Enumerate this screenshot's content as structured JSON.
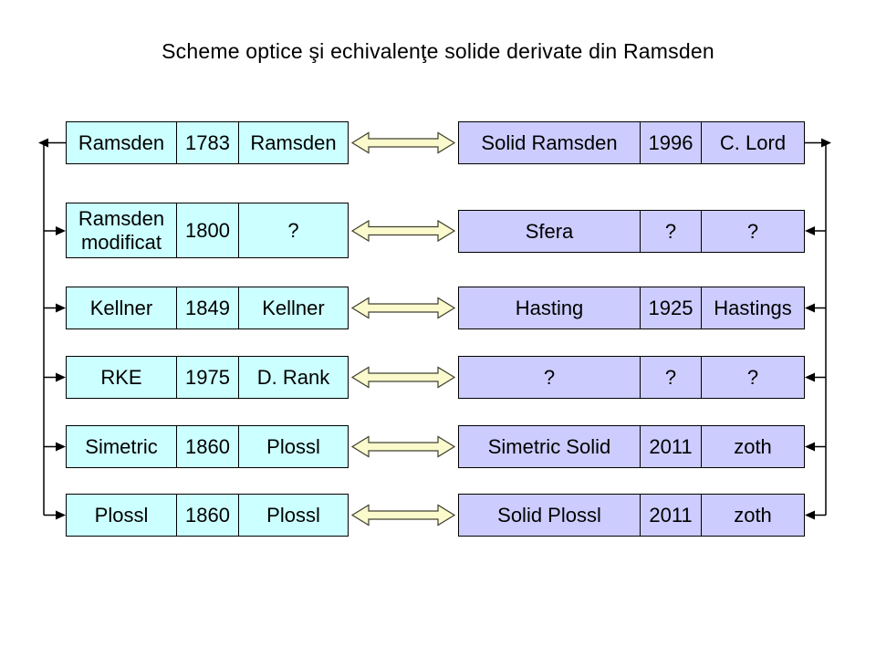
{
  "title": "Scheme optice şi echivalenţe solide derivate din Ramsden",
  "colors": {
    "left_box": "#CCFFFF",
    "right_box": "#CCCCFF",
    "arrow_fill": "#FAFACD",
    "arrow_stroke": "#404030",
    "connector": "#000000"
  },
  "columns": [
    "name",
    "year",
    "designer"
  ],
  "rows": [
    {
      "left": {
        "name": "Ramsden",
        "year": "1783",
        "designer": "Ramsden"
      },
      "right": {
        "name": "Solid Ramsden",
        "year": "1996",
        "designer": "C. Lord"
      }
    },
    {
      "left": {
        "name": "Ramsden modificat",
        "year": "1800",
        "designer": "?"
      },
      "right": {
        "name": "Sfera",
        "year": "?",
        "designer": "?"
      }
    },
    {
      "left": {
        "name": "Kellner",
        "year": "1849",
        "designer": "Kellner"
      },
      "right": {
        "name": "Hasting",
        "year": "1925",
        "designer": "Hastings"
      }
    },
    {
      "left": {
        "name": "RKE",
        "year": "1975",
        "designer": "D. Rank"
      },
      "right": {
        "name": "?",
        "year": "?",
        "designer": "?"
      }
    },
    {
      "left": {
        "name": "Simetric",
        "year": "1860",
        "designer": "Plossl"
      },
      "right": {
        "name": "Simetric Solid",
        "year": "2011",
        "designer": "zoth"
      }
    },
    {
      "left": {
        "name": "Plossl",
        "year": "1860",
        "designer": "Plossl"
      },
      "right": {
        "name": "Solid Plossl",
        "year": "2011",
        "designer": "zoth"
      }
    }
  ]
}
